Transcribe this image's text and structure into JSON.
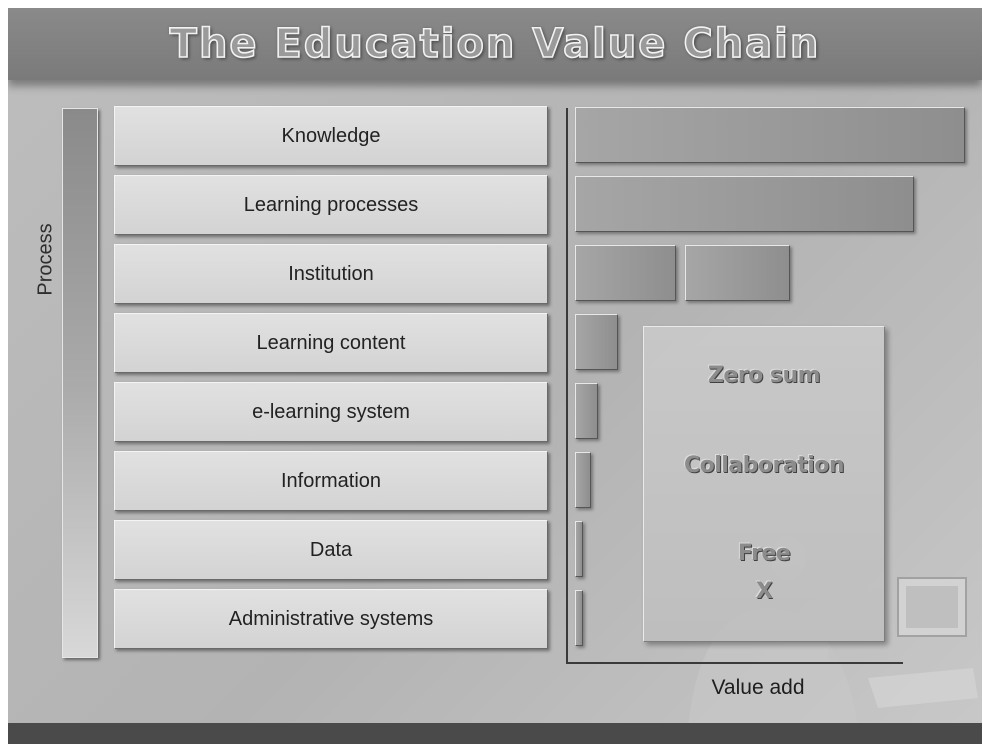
{
  "title": "The Education Value Chain",
  "y_axis_label": "Process",
  "x_axis_label": "Value add",
  "rows": [
    {
      "label": "Knowledge",
      "value_add": 1.0
    },
    {
      "label": "Learning processes",
      "value_add": 0.87
    },
    {
      "label": "Institution",
      "value_add": 0.55
    },
    {
      "label": "Learning content",
      "value_add": 0.11
    },
    {
      "label": "e-learning system",
      "value_add": 0.06
    },
    {
      "label": "Information",
      "value_add": 0.04
    },
    {
      "label": "Data",
      "value_add": 0.02
    },
    {
      "label": "Administrative systems",
      "value_add": 0.02
    }
  ],
  "institution_split_bars": [
    0.26,
    0.27
  ],
  "overlay": {
    "line1": "Zero sum",
    "line2": "Collaboration",
    "line3": "Free",
    "line4": "X"
  },
  "colors": {
    "background": "#b8b8b8",
    "title_bar": "#808080",
    "footer_bar": "#4a4a4a",
    "bar_fill": "#999999"
  }
}
